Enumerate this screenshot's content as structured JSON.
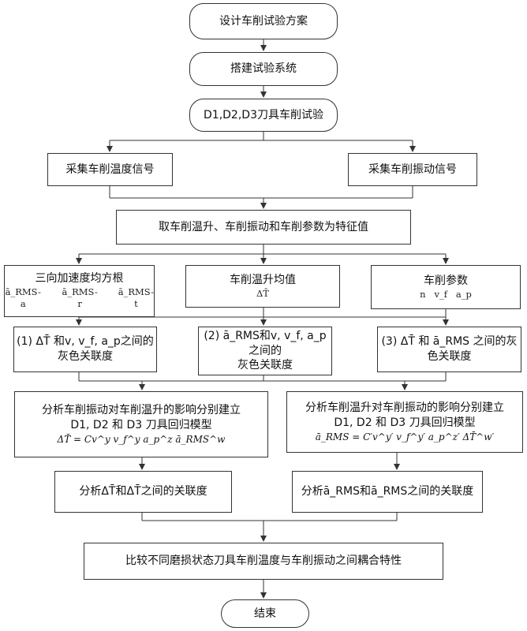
{
  "nodes": {
    "design": "设计车削试验方案",
    "build": "搭建试验系统",
    "test": "D1,D2,D3刀具车削试验",
    "temp_signal": "采集车削温度信号",
    "vib_signal": "采集车削振动信号",
    "features": "取车削温升、车削振动和车削参数为特征值",
    "rms_title": "三向加速度均方根",
    "rms_a": "ā_RMS-a",
    "rms_r": "ā_RMS-r",
    "rms_t": "ā_RMS-t",
    "temp_mean_title": "车削温升均值",
    "temp_mean_symbol": "ΔT̄",
    "params_title": "车削参数",
    "params_symbols": "n   v_f   a_p",
    "grey1_line1": "(1) ΔT̄ 和v, v_f, a_p之间的",
    "grey1_line2": "灰色关联度",
    "grey2_line1": "(2) ā_RMS和v, v_f, a_p之间的",
    "grey2_line2": "灰色关联度",
    "grey3_line1": "(3) ΔT̄ 和 ā_RMS 之间的灰",
    "grey3_line2": "色关联度",
    "model_left_line1": "分析车削振动对车削温升的影响分别建立",
    "model_left_line2": "D1, D2 和 D3 刀具回归模型",
    "model_left_formula": "ΔT̄ = Cv^y v_f^y a_p^z ā_RMS^w",
    "model_right_line1": "分析车削温升对车削振动的影响分别建立",
    "model_right_line2": "D1, D2 和 D3 刀具回归模型",
    "model_right_formula": "ā_RMS = C′v^y′ v_f^y′ a_p^z′ ΔT̄^w′",
    "assoc_left": "分析ΔT̄和ΔT̄之间的关联度",
    "assoc_right": "分析ā_RMS和ā_RMS之间的关联度",
    "compare": "比较不同磨损状态刀具车削温度与车削振动之间耦合特性",
    "end": "结束"
  }
}
